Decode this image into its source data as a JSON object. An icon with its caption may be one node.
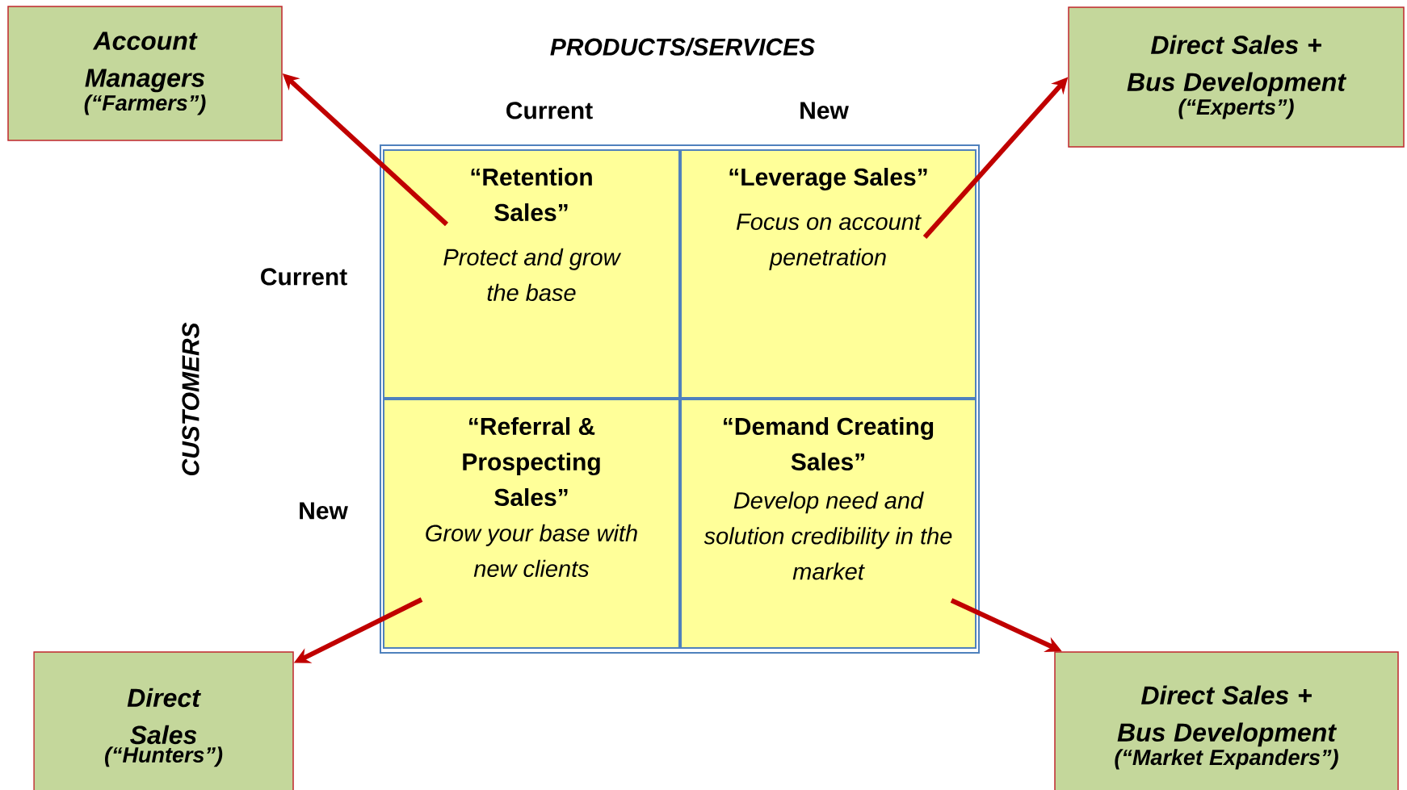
{
  "diagram": {
    "nodes": [
      {
        "text": [
          "Account Managers",
          "(“Farmers”)"
        ]
      },
      {
        "text": [
          "Direct Sales + Bus Development",
          "(“Experts”)"
        ]
      },
      {
        "text": [
          "“Retention Sales”",
          "Protect and grow the base"
        ]
      },
      {
        "text": [
          "“Leverage Sales”",
          "Focus on account penetration"
        ]
      },
      {
        "text": [
          "“Referral & Prospecting Sales”",
          "Grow your base with new clients"
        ]
      },
      {
        "text": [
          "“Demand Creating Sales”",
          "Develop need and solution credibility in the market"
        ]
      },
      {
        "text": [
          "Direct Sales",
          "(“Hunters”)"
        ]
      },
      {
        "text": [
          "Direct Sales + Bus Development",
          "(“Market Expanders”)"
        ]
      }
    ],
    "edges": [
      {
        "from": 2,
        "to": 0,
        "arrow": "to"
      },
      {
        "from": 3,
        "to": 1,
        "arrow": "to"
      },
      {
        "from": 4,
        "to": 6,
        "arrow": "to"
      },
      {
        "from": 5,
        "to": 7,
        "arrow": "to"
      }
    ],
    "labels": [
      "PRODUCTS/SERVICES",
      "Current",
      "New",
      "Current",
      "CUSTOMERS",
      "New"
    ]
  }
}
